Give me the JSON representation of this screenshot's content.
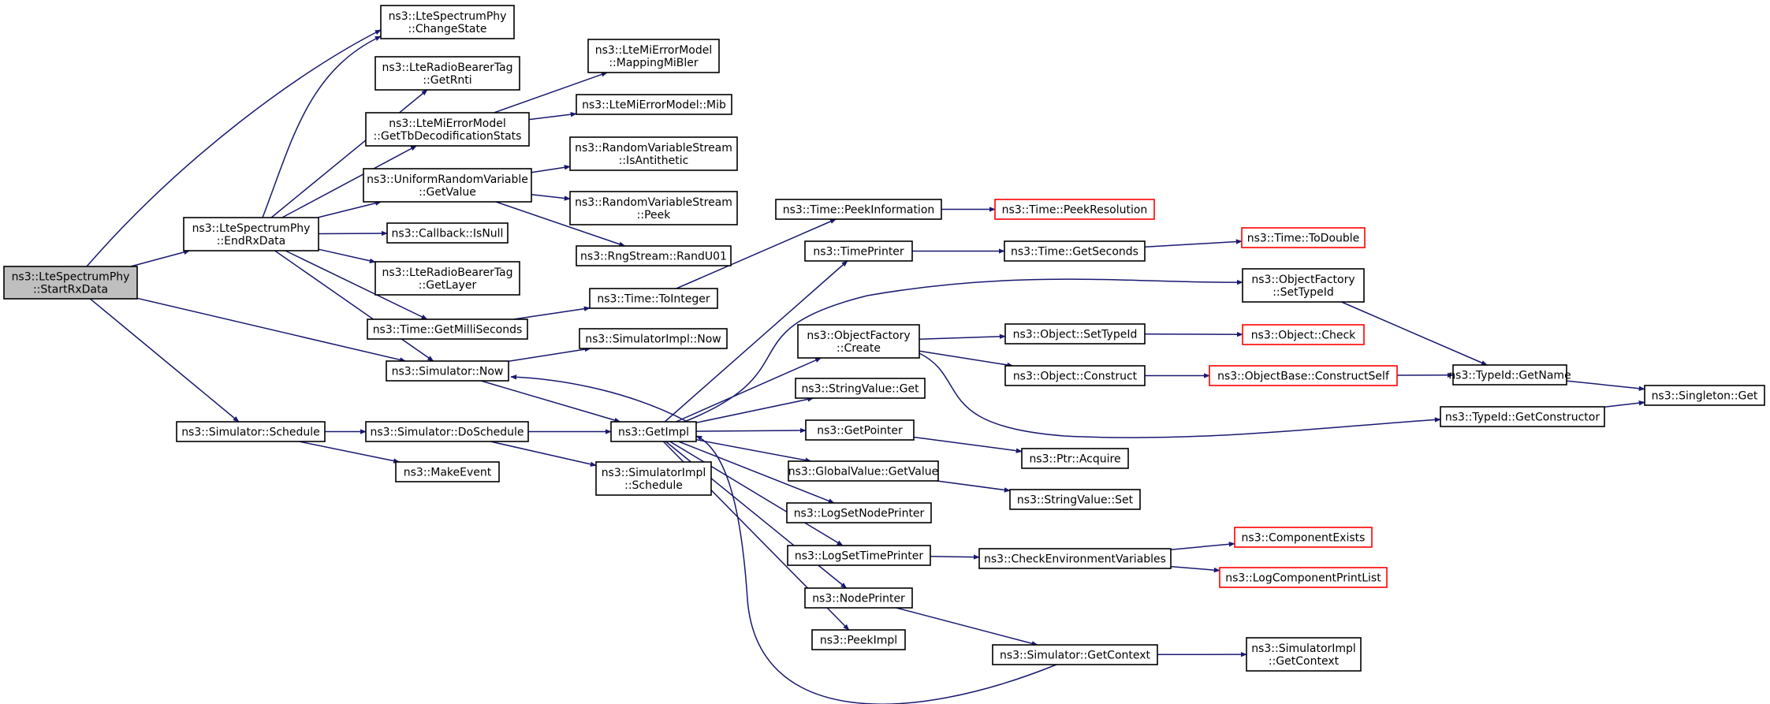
{
  "colors": {
    "edge": "#191970",
    "node_border": "#000000",
    "node_border_undocumented": "#ff0000",
    "root_fill": "#bfbfbf",
    "node_fill": "#ffffff",
    "text": "#000000"
  },
  "nodes": [
    {
      "id": "startRx",
      "lines": [
        "ns3::LteSpectrumPhy",
        "::StartRxData"
      ],
      "kind": "root"
    },
    {
      "id": "endRx",
      "lines": [
        "ns3::LteSpectrumPhy",
        "::EndRxData"
      ],
      "kind": "normal"
    },
    {
      "id": "schedule",
      "lines": [
        "ns3::Simulator::Schedule"
      ],
      "kind": "normal"
    },
    {
      "id": "changeState",
      "lines": [
        "ns3::LteSpectrumPhy",
        "::ChangeState"
      ],
      "kind": "normal"
    },
    {
      "id": "getRnti",
      "lines": [
        "ns3::LteRadioBearerTag",
        "::GetRnti"
      ],
      "kind": "normal"
    },
    {
      "id": "getTbDec",
      "lines": [
        "ns3::LteMiErrorModel",
        "::GetTbDecodificationStats"
      ],
      "kind": "normal"
    },
    {
      "id": "uniGetValue",
      "lines": [
        "ns3::UniformRandomVariable",
        "::GetValue"
      ],
      "kind": "normal"
    },
    {
      "id": "isNull",
      "lines": [
        "ns3::Callback::IsNull"
      ],
      "kind": "normal"
    },
    {
      "id": "getLayer",
      "lines": [
        "ns3::LteRadioBearerTag",
        "::GetLayer"
      ],
      "kind": "normal"
    },
    {
      "id": "getMilli",
      "lines": [
        "ns3::Time::GetMilliSeconds"
      ],
      "kind": "normal"
    },
    {
      "id": "simNow",
      "lines": [
        "ns3::Simulator::Now"
      ],
      "kind": "normal"
    },
    {
      "id": "doSchedule",
      "lines": [
        "ns3::Simulator::DoSchedule"
      ],
      "kind": "normal"
    },
    {
      "id": "makeEvent",
      "lines": [
        "ns3::MakeEvent"
      ],
      "kind": "normal"
    },
    {
      "id": "mappingMiBler",
      "lines": [
        "ns3::LteMiErrorModel",
        "::MappingMiBler"
      ],
      "kind": "normal"
    },
    {
      "id": "mib",
      "lines": [
        "ns3::LteMiErrorModel::Mib"
      ],
      "kind": "normal"
    },
    {
      "id": "isAntithetic",
      "lines": [
        "ns3::RandomVariableStream",
        "::IsAntithetic"
      ],
      "kind": "normal"
    },
    {
      "id": "peek",
      "lines": [
        "ns3::RandomVariableStream",
        "::Peek"
      ],
      "kind": "normal"
    },
    {
      "id": "randU01",
      "lines": [
        "ns3::RngStream::RandU01"
      ],
      "kind": "normal"
    },
    {
      "id": "toInteger",
      "lines": [
        "ns3::Time::ToInteger"
      ],
      "kind": "normal"
    },
    {
      "id": "simImplNow",
      "lines": [
        "ns3::SimulatorImpl::Now"
      ],
      "kind": "normal"
    },
    {
      "id": "getImpl",
      "lines": [
        "ns3::GetImpl"
      ],
      "kind": "normal"
    },
    {
      "id": "simImplSchedule",
      "lines": [
        "ns3::SimulatorImpl",
        "::Schedule"
      ],
      "kind": "normal"
    },
    {
      "id": "peekInfo",
      "lines": [
        "ns3::Time::PeekInformation"
      ],
      "kind": "normal"
    },
    {
      "id": "timePrinter",
      "lines": [
        "ns3::TimePrinter"
      ],
      "kind": "normal"
    },
    {
      "id": "ofCreate",
      "lines": [
        "ns3::ObjectFactory",
        "::Create"
      ],
      "kind": "normal"
    },
    {
      "id": "strGet",
      "lines": [
        "ns3::StringValue::Get"
      ],
      "kind": "normal"
    },
    {
      "id": "getPointer",
      "lines": [
        "ns3::GetPointer"
      ],
      "kind": "normal"
    },
    {
      "id": "gvGetValue",
      "lines": [
        "ns3::GlobalValue::GetValue"
      ],
      "kind": "normal"
    },
    {
      "id": "logSetNode",
      "lines": [
        "ns3::LogSetNodePrinter"
      ],
      "kind": "normal"
    },
    {
      "id": "logSetTime",
      "lines": [
        "ns3::LogSetTimePrinter"
      ],
      "kind": "normal"
    },
    {
      "id": "nodePrinter",
      "lines": [
        "ns3::NodePrinter"
      ],
      "kind": "normal"
    },
    {
      "id": "peekImpl",
      "lines": [
        "ns3::PeekImpl"
      ],
      "kind": "normal"
    },
    {
      "id": "peekRes",
      "lines": [
        "ns3::Time::PeekResolution"
      ],
      "kind": "red"
    },
    {
      "id": "getSeconds",
      "lines": [
        "ns3::Time::GetSeconds"
      ],
      "kind": "normal"
    },
    {
      "id": "ofSetTypeId",
      "lines": [
        "ns3::ObjectFactory",
        "::SetTypeId"
      ],
      "kind": "normal"
    },
    {
      "id": "objSetTypeId",
      "lines": [
        "ns3::Object::SetTypeId"
      ],
      "kind": "normal"
    },
    {
      "id": "objConstruct",
      "lines": [
        "ns3::Object::Construct"
      ],
      "kind": "normal"
    },
    {
      "id": "ptrAcquire",
      "lines": [
        "ns3::Ptr::Acquire"
      ],
      "kind": "normal"
    },
    {
      "id": "strSet",
      "lines": [
        "ns3::StringValue::Set"
      ],
      "kind": "normal"
    },
    {
      "id": "checkEnv",
      "lines": [
        "ns3::CheckEnvironmentVariables"
      ],
      "kind": "normal"
    },
    {
      "id": "simGetContext",
      "lines": [
        "ns3::Simulator::GetContext"
      ],
      "kind": "normal"
    },
    {
      "id": "toDouble",
      "lines": [
        "ns3::Time::ToDouble"
      ],
      "kind": "red"
    },
    {
      "id": "objCheck",
      "lines": [
        "ns3::Object::Check"
      ],
      "kind": "red"
    },
    {
      "id": "constructSelf",
      "lines": [
        "ns3::ObjectBase::ConstructSelf"
      ],
      "kind": "red"
    },
    {
      "id": "compExists",
      "lines": [
        "ns3::ComponentExists"
      ],
      "kind": "red"
    },
    {
      "id": "logCompPrint",
      "lines": [
        "ns3::LogComponentPrintList"
      ],
      "kind": "red"
    },
    {
      "id": "simImplGetContext",
      "lines": [
        "ns3::SimulatorImpl",
        "::GetContext"
      ],
      "kind": "normal"
    },
    {
      "id": "typeIdGetName",
      "lines": [
        "ns3::TypeId::GetName"
      ],
      "kind": "normal"
    },
    {
      "id": "typeIdGetCtor",
      "lines": [
        "ns3::TypeId::GetConstructor"
      ],
      "kind": "normal"
    },
    {
      "id": "singletonGet",
      "lines": [
        "ns3::Singleton::Get"
      ],
      "kind": "normal"
    }
  ],
  "edges": [
    [
      "startRx",
      "changeState"
    ],
    [
      "startRx",
      "endRx"
    ],
    [
      "startRx",
      "simNow"
    ],
    [
      "startRx",
      "schedule"
    ],
    [
      "endRx",
      "changeState"
    ],
    [
      "endRx",
      "getRnti"
    ],
    [
      "endRx",
      "getTbDec"
    ],
    [
      "endRx",
      "uniGetValue"
    ],
    [
      "endRx",
      "isNull"
    ],
    [
      "endRx",
      "getLayer"
    ],
    [
      "endRx",
      "getMilli"
    ],
    [
      "endRx",
      "simNow"
    ],
    [
      "getTbDec",
      "mappingMiBler"
    ],
    [
      "getTbDec",
      "mib"
    ],
    [
      "uniGetValue",
      "isAntithetic"
    ],
    [
      "uniGetValue",
      "peek"
    ],
    [
      "uniGetValue",
      "randU01"
    ],
    [
      "getMilli",
      "toInteger"
    ],
    [
      "toInteger",
      "peekInfo"
    ],
    [
      "peekInfo",
      "peekRes"
    ],
    [
      "simNow",
      "simImplNow"
    ],
    [
      "simNow",
      "getImpl"
    ],
    [
      "schedule",
      "doSchedule"
    ],
    [
      "schedule",
      "makeEvent"
    ],
    [
      "doSchedule",
      "getImpl"
    ],
    [
      "doSchedule",
      "simImplSchedule"
    ],
    [
      "getImpl",
      "timePrinter"
    ],
    [
      "getImpl",
      "ofSetTypeId"
    ],
    [
      "getImpl",
      "ofCreate"
    ],
    [
      "getImpl",
      "strGet"
    ],
    [
      "getImpl",
      "getPointer"
    ],
    [
      "getImpl",
      "gvGetValue"
    ],
    [
      "getImpl",
      "logSetNode"
    ],
    [
      "getImpl",
      "logSetTime"
    ],
    [
      "getImpl",
      "nodePrinter"
    ],
    [
      "getImpl",
      "peekImpl"
    ],
    [
      "getImpl",
      "simNow"
    ],
    [
      "timePrinter",
      "getSeconds"
    ],
    [
      "getSeconds",
      "toDouble"
    ],
    [
      "ofSetTypeId",
      "typeIdGetName"
    ],
    [
      "ofCreate",
      "objSetTypeId"
    ],
    [
      "ofCreate",
      "objConstruct"
    ],
    [
      "ofCreate",
      "typeIdGetCtor"
    ],
    [
      "objSetTypeId",
      "objCheck"
    ],
    [
      "objConstruct",
      "constructSelf"
    ],
    [
      "constructSelf",
      "typeIdGetName"
    ],
    [
      "typeIdGetName",
      "singletonGet"
    ],
    [
      "typeIdGetCtor",
      "singletonGet"
    ],
    [
      "getPointer",
      "ptrAcquire"
    ],
    [
      "gvGetValue",
      "strSet"
    ],
    [
      "logSetTime",
      "checkEnv"
    ],
    [
      "checkEnv",
      "compExists"
    ],
    [
      "checkEnv",
      "logCompPrint"
    ],
    [
      "nodePrinter",
      "simGetContext"
    ],
    [
      "simGetContext",
      "simImplGetContext"
    ],
    [
      "simGetContext",
      "getImpl"
    ]
  ]
}
